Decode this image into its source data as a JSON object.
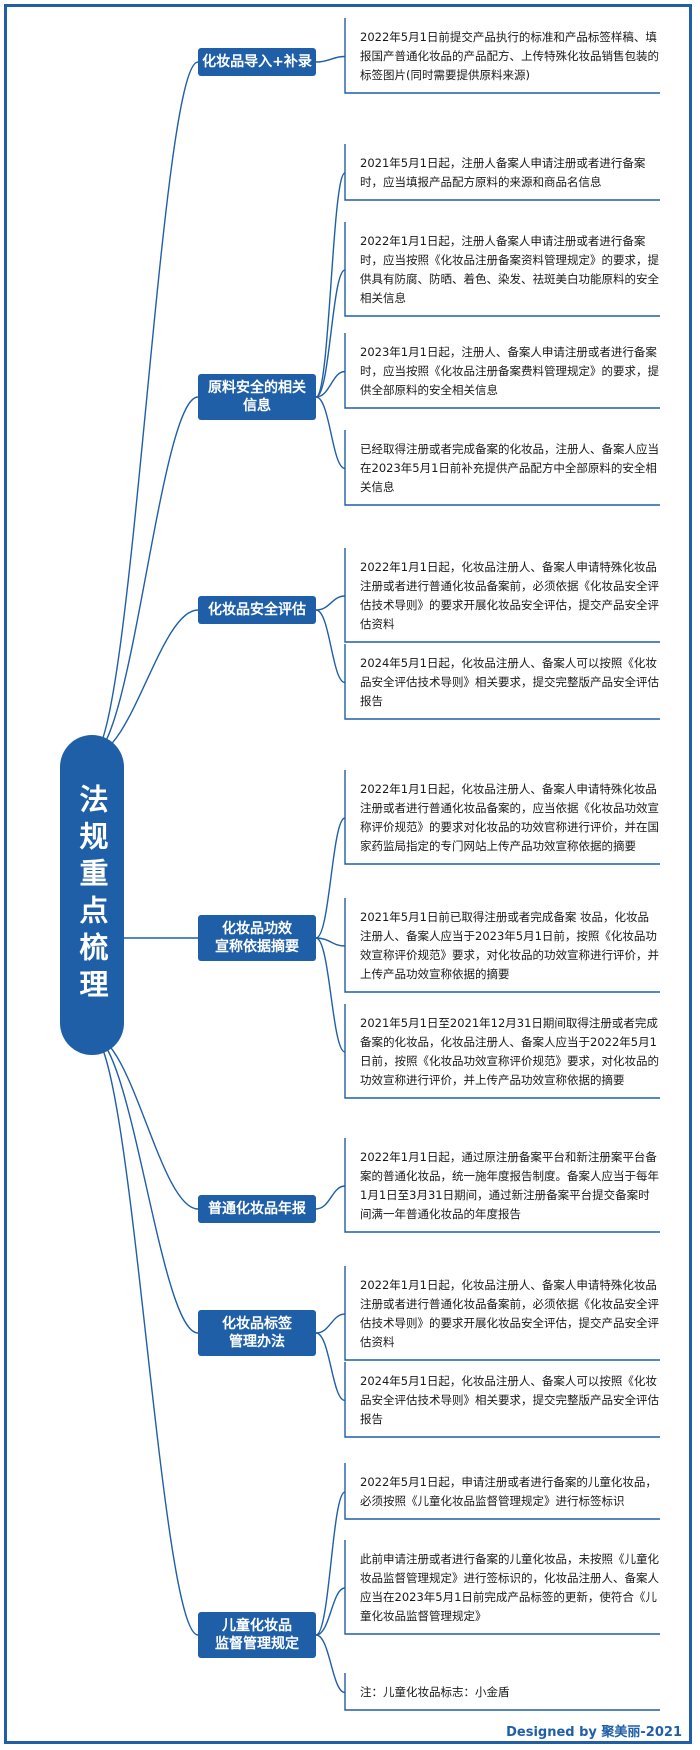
{
  "root": "法规重点梳理",
  "branches": [
    {
      "label": "化妆品导入+补录",
      "items": [
        "2022年5月1日前提交产品执行的标准和产品标签样稿、填报国产普通化妆品的产品配方、上传特殊化妆品销售包装的标签图片(同时需要提供原料来源)"
      ]
    },
    {
      "label": "原料安全的相关信息",
      "items": [
        "2021年5月1日起，注册人备案人申请注册或者进行备案时，应当填报产品配方原料的来源和商品名信息",
        "2022年1月1日起，注册人备案人申请注册或者进行备案时，应当按照《化妆品注册备案资料管理规定》的要求，提供具有防腐、防晒、着色、染发、祛斑美白功能原料的安全相关信息",
        "2023年1月1日起，注册人、备案人申请注册或者进行备案时，应当按照《化妆品注册备案费料管理规定》的要求，提供全部原料的安全相关信息",
        "已经取得注册或者完成备案的化妆品，注册人、备案人应当在2023年5月1日前补充提供产品配方中全部原料的安全相关信息"
      ]
    },
    {
      "label": "化妆品安全评估",
      "items": [
        "2022年1月1日起，化妆品注册人、备案人申请特殊化妆品注册或者进行普通化妆品备案前，必须依据《化妆品安全评估技术导则》的要求开展化妆品安全评估，提交产品安全评估资料",
        "2024年5月1日起，化妆品注册人、备案人可以按照《化妆品安全评估技术导则》相关要求，提交完整版产品安全评估报告"
      ]
    },
    {
      "label": "化妆品功效\n宣称依据摘要",
      "items": [
        "2022年1月1日起，化妆品注册人、备案人申请特殊化妆品注册或者进行普通化妆品备案的，应当依据《化妆品功效宣称评价规范》的要求对化妆品的功效官称进行评价，并在国家药监局指定的专门网站上传产品功效宣称依据的摘要",
        "2021年5月1日前已取得注册或者完成备案  妆品，化妆品注册人、备案人应当于2023年5月1日前，按照《化妆品功效宣称评价规范》要求，对化妆品的功效宣称进行评价，并上传产品功效宣称依据的摘要",
        "2021年5月1日至2021年12月31日期间取得注册或者完成备案的化妆品，化妆品注册人、备案人应当于2022年5月1日前，按照《化妆品功效宣称评价规范》要求，对化妆品的功效宣称进行评价，并上传产品功效宣称依据的摘要"
      ]
    },
    {
      "label": "普通化妆品年报",
      "items": [
        "2022年1月1日起，通过原注册备案平台和新注册案平台备案的普通化妆品，统一施年度报告制度。备案人应当于每年1月1日至3月31日期间，通过新注册备案平台提交备案时间满一年普通化妆品的年度报告"
      ]
    },
    {
      "label": "化妆品标签\n管理办法",
      "items": [
        "2022年1月1日起，化妆品注册人、备案人申请特殊化妆品注册或者进行普通化妆品备案前，必须依据《化妆品安全评估技术导则》的要求开展化妆品安全评估，提交产品安全评估资料",
        "2024年5月1日起，化妆品注册人、备案人可以按照《化妆品安全评估技术导则》相关要求，提交完整版产品安全评估报告"
      ]
    },
    {
      "label": "儿童化妆品\n监督管理规定",
      "items": [
        "2022年5月1日起，申请注册或者进行备案的儿童化妆品，必须按照《儿童化妆品监督管理规定》进行标签标识",
        "此前申请注册或者进行备案的儿童化妆品，未按照《儿童化妆品监督管理规定》进行签标识的，化妆品注册人、备案人应当在2023年5月1日前完成产品标签的更新，使符合《儿童化妆品监督管理规定》",
        "注：儿童化妆品标志：小金盾"
      ]
    }
  ],
  "footer": "Designed by 聚美丽-2021"
}
